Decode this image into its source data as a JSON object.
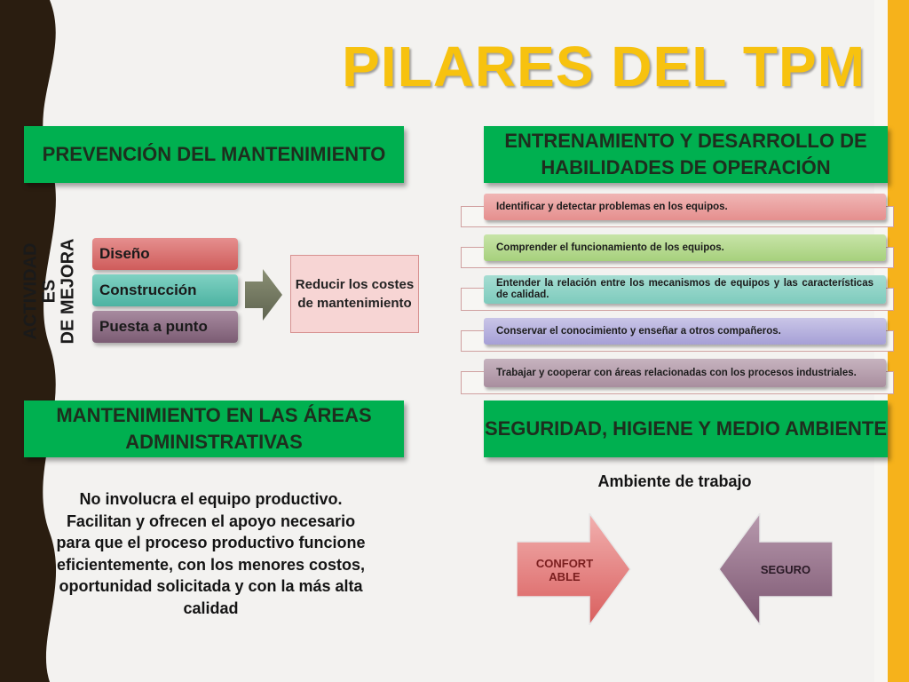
{
  "title": "PILARES DEL TPM",
  "sections": {
    "prevencion": {
      "heading": "PREVENCIÓN DEL MANTENIMIENTO"
    },
    "entrenamiento": {
      "heading": "ENTRENAMIENTO Y DESARROLLO DE HABILIDADES DE OPERACIÓN"
    },
    "administrativas": {
      "heading": "MANTENIMIENTO EN LAS ÁREAS ADMINISTRATIVAS"
    },
    "seguridad": {
      "heading": "SEGURIDAD, HIGIENE Y MEDIO AMBIENTE"
    }
  },
  "actividades": {
    "vertical_label_line1": "ACTIVIDAD",
    "vertical_label_line2": "ES",
    "vertical_label_line3": "DE MEJORA",
    "items": [
      "Diseño",
      "Construcción",
      "Puesta a punto"
    ],
    "result": "Reducir los costes de mantenimiento"
  },
  "entrenamiento_items": [
    "Identificar y detectar problemas en los equipos.",
    "Comprender el funcionamiento de los equipos.",
    "Entender la relación entre los mecanismos de equipos y las características de calidad.",
    "Conservar el conocimiento y enseñar a otros compañeros.",
    "Trabajar y cooperar con áreas relacionadas con los procesos industriales."
  ],
  "administrativas_text": "No involucra el equipo productivo. Facilitan y ofrecen el apoyo necesario para que el proceso productivo funcione eficientemente, con los menores costos, oportunidad solicitada y con la más alta calidad",
  "seguridad_block": {
    "label": "Ambiente de trabajo",
    "arrow_left_line1": "CONFORT",
    "arrow_left_line2": "ABLE",
    "arrow_right": "SEGURO"
  },
  "colors": {
    "title": "#f7c20f",
    "heading_bg": "#00b050",
    "left_band": "#2a1d10",
    "right_band": "#f6b21b"
  }
}
